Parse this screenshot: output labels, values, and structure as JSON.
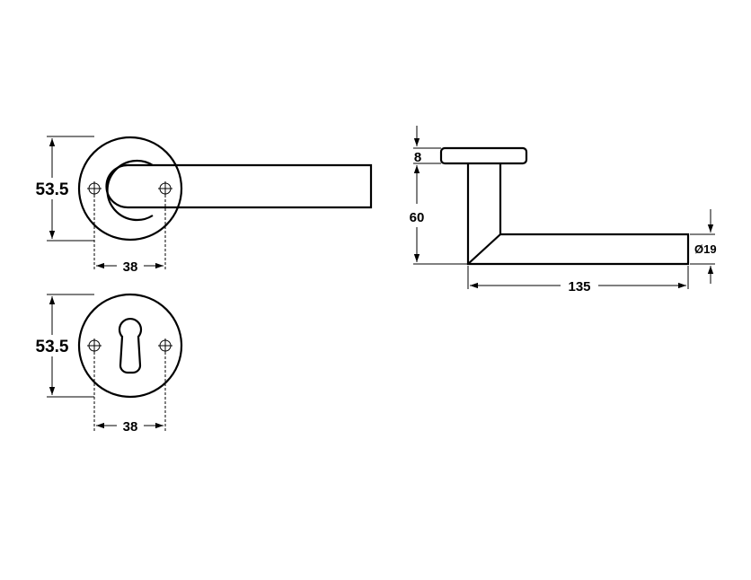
{
  "dimensions": {
    "rose_diameter_1": "53.5",
    "rose_screw_spacing_1": "38",
    "rose_diameter_2": "53.5",
    "rose_screw_spacing_2": "38",
    "rose_thickness": "8",
    "lever_height": "60",
    "lever_diameter": "Ø19",
    "lever_length": "135"
  }
}
